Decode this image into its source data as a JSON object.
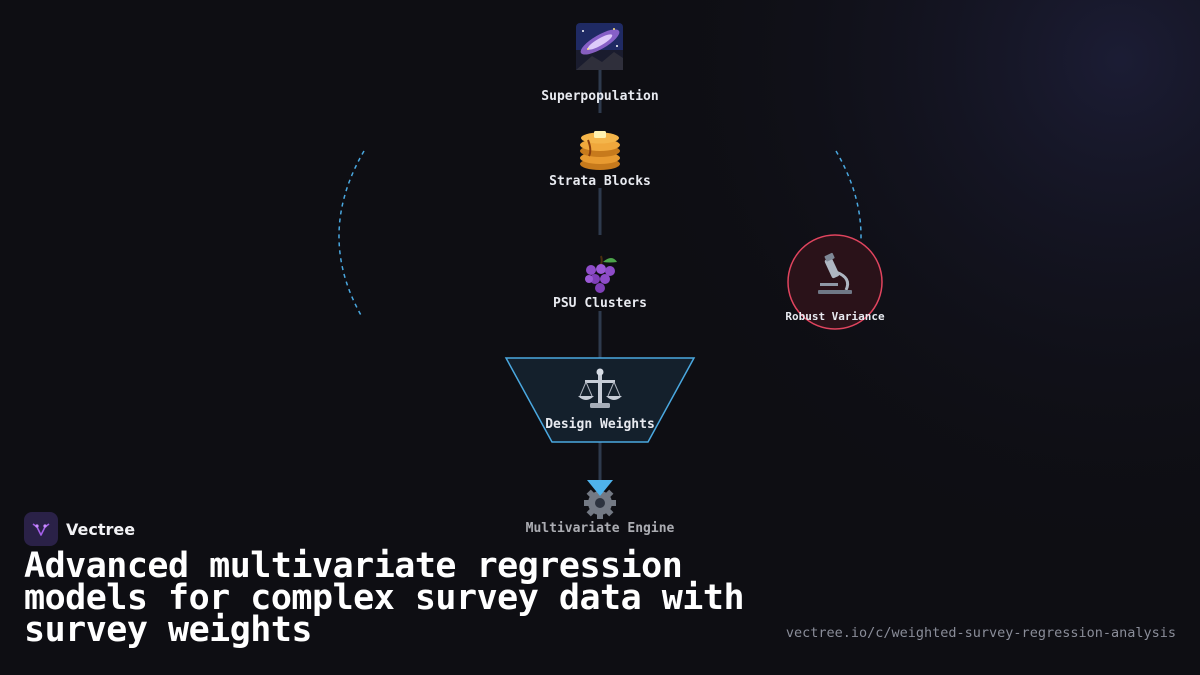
{
  "diagram": {
    "nodes": [
      {
        "id": "superpopulation",
        "label": "Superpopulation",
        "icon": "milky-way"
      },
      {
        "id": "strata",
        "label": "Strata Blocks",
        "icon": "pancakes"
      },
      {
        "id": "psu",
        "label": "PSU Clusters",
        "icon": "grapes"
      },
      {
        "id": "weights",
        "label": "Design Weights",
        "icon": "balance-scale"
      },
      {
        "id": "engine",
        "label": "Multivariate Engine",
        "icon": "gear"
      },
      {
        "id": "robust",
        "label": "Robust Variance",
        "icon": "microscope"
      }
    ],
    "colors": {
      "connector": "#2e3a4d",
      "funnel_stroke": "#4aa8e0",
      "funnel_fill": "#14202c",
      "arc": "#4aa8e0",
      "robust_stroke": "#e0445e",
      "robust_fill": "#2a1219",
      "robust_label": "#ff4d6a",
      "arrow": "#4fb3ec"
    }
  },
  "brand": {
    "name": "Vectree",
    "logo_icon": "vectree-logo"
  },
  "headline": "Advanced multivariate regression models for complex survey data with survey weights",
  "url": "vectree.io/c/weighted-survey-regression-analysis"
}
